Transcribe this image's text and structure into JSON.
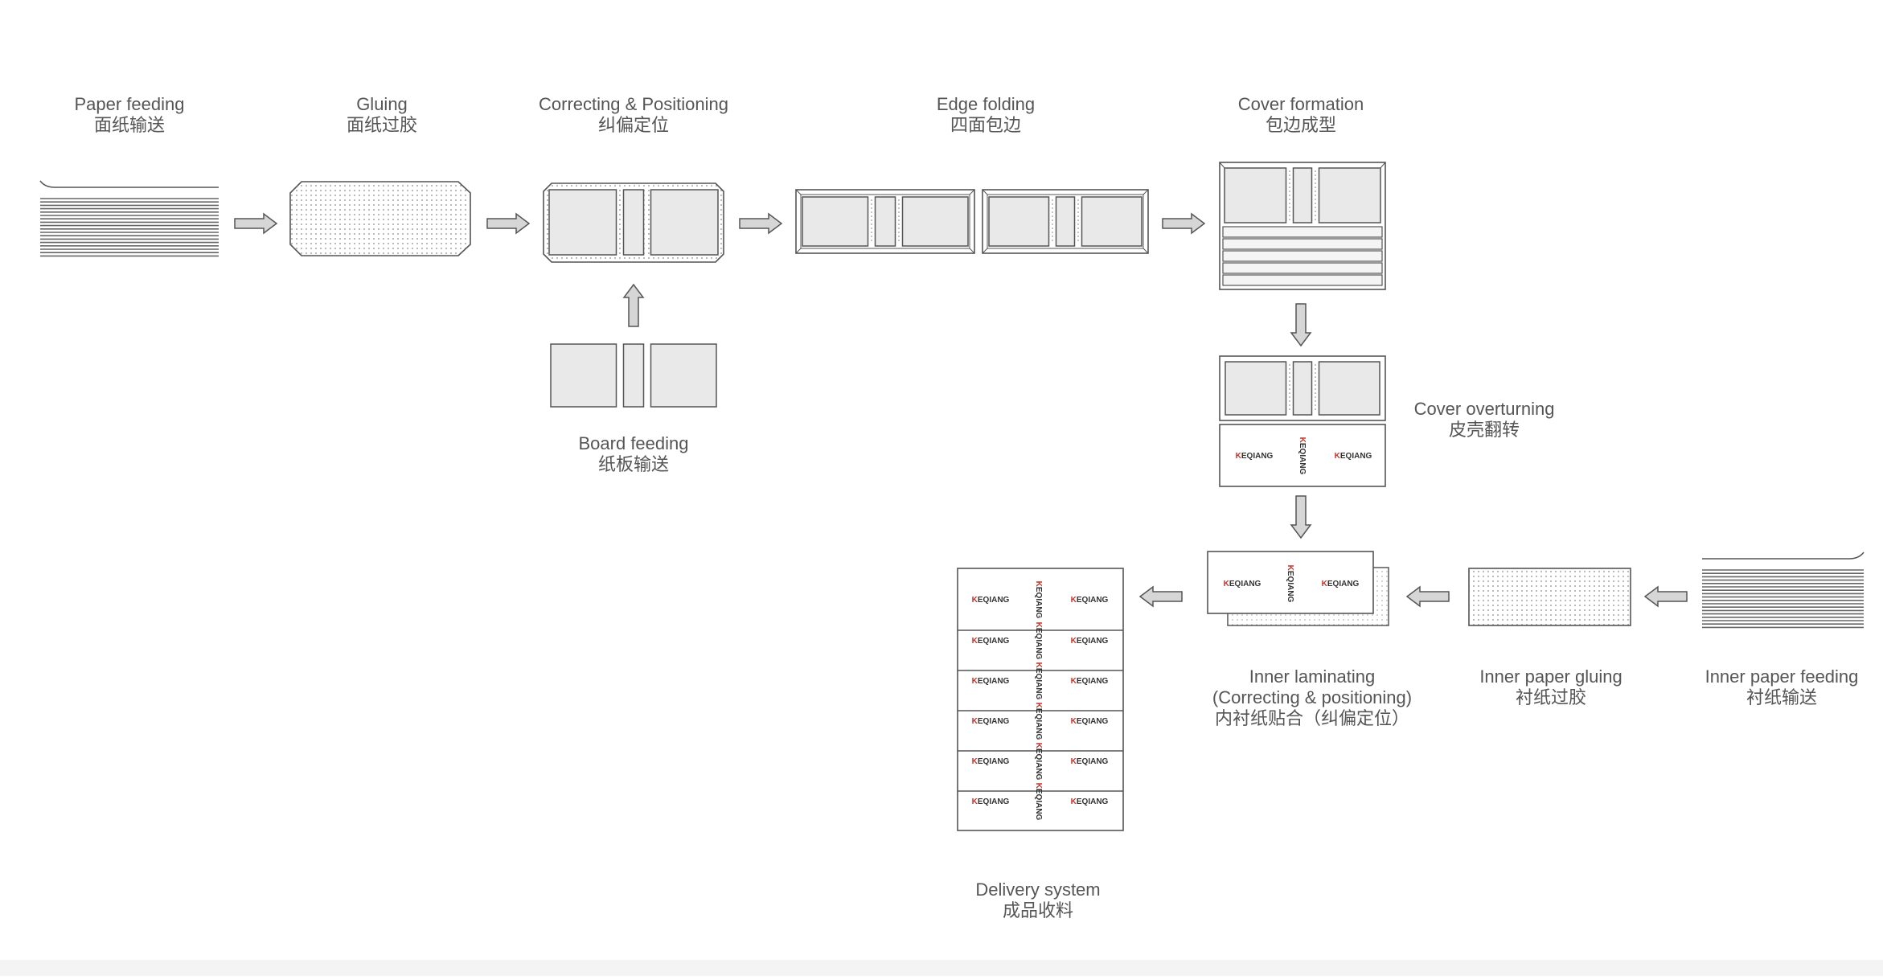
{
  "stations": {
    "paper_feeding": {
      "en": "Paper feeding",
      "zh": "面纸输送"
    },
    "gluing": {
      "en": "Gluing",
      "zh": "面纸过胶"
    },
    "correcting": {
      "en": "Correcting & Positioning",
      "zh": "纠偏定位"
    },
    "edge_folding": {
      "en": "Edge folding",
      "zh": "四面包边"
    },
    "cover_formation": {
      "en": "Cover formation",
      "zh": "包边成型"
    },
    "board_feeding": {
      "en": "Board feeding",
      "zh": "纸板输送"
    },
    "cover_overturning": {
      "en": "Cover overturning",
      "zh": "皮壳翻转"
    },
    "inner_laminating": {
      "en": "Inner laminating",
      "en2": "(Correcting & positioning)",
      "zh": "内衬纸贴合（纠偏定位）"
    },
    "inner_paper_gluing": {
      "en": "Inner paper gluing",
      "zh": "衬纸过胶"
    },
    "inner_paper_feeding": {
      "en": "Inner paper feeding",
      "zh": "衬纸输送"
    },
    "delivery_system": {
      "en": "Delivery system",
      "zh": "成品收料"
    }
  },
  "logo_text": "KEQIANG",
  "colors": {
    "stroke": "#555555",
    "panel_fill": "#e9e9e9",
    "arrow_fill": "#d6d6d6",
    "text": "#555555",
    "logo_red": "#c8322a"
  }
}
